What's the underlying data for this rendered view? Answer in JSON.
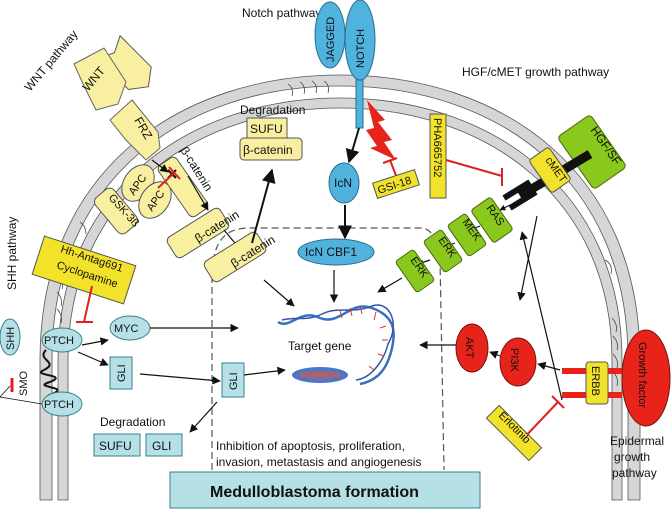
{
  "colors": {
    "wnt_fill": "#f8f0a0",
    "notch_fill": "#4fb3de",
    "hgf_fill": "#8bc81e",
    "drug_fill": "#f2e22a",
    "shh_fill": "#b4e0e6",
    "egf_fill": "#e8231a",
    "inhibition": "#e02020",
    "membrane": "#d6d6d6"
  },
  "pathway_labels": {
    "wnt": "WNT pathway",
    "notch": "Notch pathway",
    "hgf": "HGF/cMET growth pathway",
    "shh": "SHH pathway",
    "egf_line1": "Epidermal",
    "egf_line2": "growth",
    "egf_line3": "pathway"
  },
  "wnt": {
    "wnt": "WNT",
    "frz": "FRZ",
    "apc1": "APC",
    "apc2": "APC",
    "gsk": "GSK-3ß",
    "bcat_membrane": "β-catenin",
    "bcat_mid": "β-catenin",
    "bcat_nuc": "β-catenin",
    "degradation_label": "Degradation",
    "deg_sufu": "SUFU",
    "deg_bcat": "β-catenin"
  },
  "notch": {
    "jagged": "JAGGED",
    "notch": "NOTCH",
    "icn": "IcN",
    "icn_cbf1": "IcN CBF1",
    "gsi": "GSI-18"
  },
  "hgf": {
    "hgf_sf": "HGF/SF",
    "cmet": "cMET",
    "pha": "PHA665752",
    "ras": "RAS",
    "mek": "MEK",
    "erk1": "ERK",
    "erk2": "ERK"
  },
  "shh": {
    "shh": "SHH",
    "smo": "SMO",
    "ptch_top": "PTCH",
    "ptch_bottom": "PTCH",
    "myc": "MYC",
    "gli_cyto": "GLI",
    "gli_nuc": "GLI",
    "antag_line1": "Hh-Antag691",
    "antag_line2": "Cyclopamine",
    "degradation_label": "Degradation",
    "deg_sufu": "SUFU",
    "deg_gli": "GLI"
  },
  "egf": {
    "akt": "AKT",
    "pi3k": "PI3K",
    "erbb": "ERBB",
    "growth_factor": "Growth factor",
    "erlotinib": "Erlotinib"
  },
  "center": {
    "target_gene": "Target gene",
    "outcome_line1": "Inhibition of apoptosis, proliferation,",
    "outcome_line2": "invasion, metastasis and angiogenesis",
    "formation": "Medulloblastoma formation"
  }
}
